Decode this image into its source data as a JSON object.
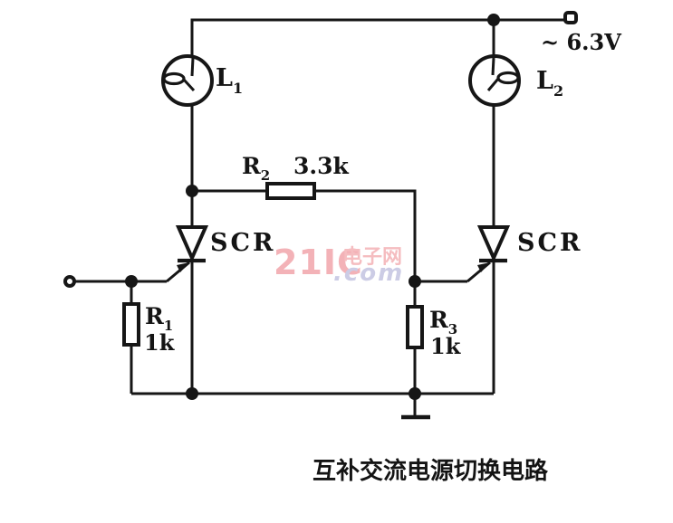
{
  "caption": "互补交流电源切换电路",
  "supply": {
    "label": "~ 6.3V"
  },
  "watermark": {
    "brand": "21IC",
    "site": "电子网",
    "domain": ".com",
    "brand_color": "#f2aab0",
    "site_color": "#f4b6ba",
    "domain_color": "#c7c7e3"
  },
  "labels": {
    "lamp1": {
      "base": "L",
      "sub": "1"
    },
    "lamp2": {
      "base": "L",
      "sub": "2"
    },
    "scr1": "SCR",
    "scr2": "SCR",
    "r1": {
      "base": "R",
      "sub": "1",
      "value": "1k"
    },
    "r2": {
      "base": "R",
      "sub": "2",
      "value": "3.3k"
    },
    "r3": {
      "base": "R",
      "sub": "3",
      "value": "1k"
    }
  },
  "colors": {
    "line": "#161616",
    "background": "#ffffff"
  }
}
